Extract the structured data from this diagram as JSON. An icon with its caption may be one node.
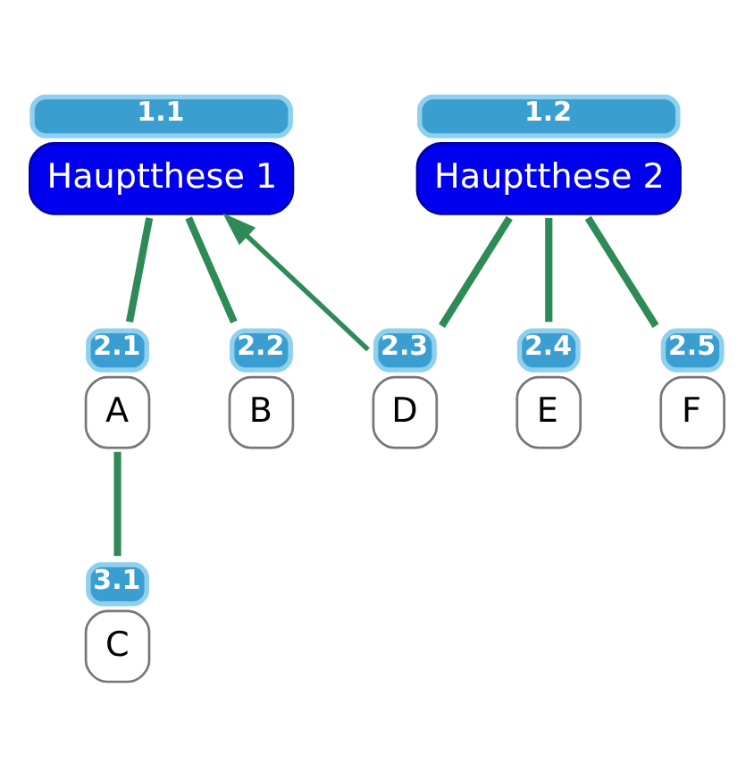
{
  "diagram": {
    "nodes": [
      {
        "text": [
          "1.1",
          "Hauptthese 1"
        ]
      },
      {
        "text": [
          "1.2",
          "Hauptthese 2"
        ]
      },
      {
        "text": [
          "2.1",
          "A"
        ]
      },
      {
        "text": [
          "2.2",
          "B"
        ]
      },
      {
        "text": [
          "2.3",
          "D"
        ]
      },
      {
        "text": [
          "2.4",
          "E"
        ]
      },
      {
        "text": [
          "2.5",
          "F"
        ]
      },
      {
        "text": [
          "3.1",
          "C"
        ]
      }
    ],
    "edges": [
      {
        "from": 0,
        "to": 2,
        "arrow": "none"
      },
      {
        "from": 0,
        "to": 3,
        "arrow": "none"
      },
      {
        "from": 1,
        "to": 4,
        "arrow": "none"
      },
      {
        "from": 1,
        "to": 5,
        "arrow": "none"
      },
      {
        "from": 1,
        "to": 6,
        "arrow": "none"
      },
      {
        "from": 2,
        "to": 7,
        "arrow": "none"
      },
      {
        "from": 4,
        "to": 0,
        "arrow": "to"
      }
    ]
  }
}
